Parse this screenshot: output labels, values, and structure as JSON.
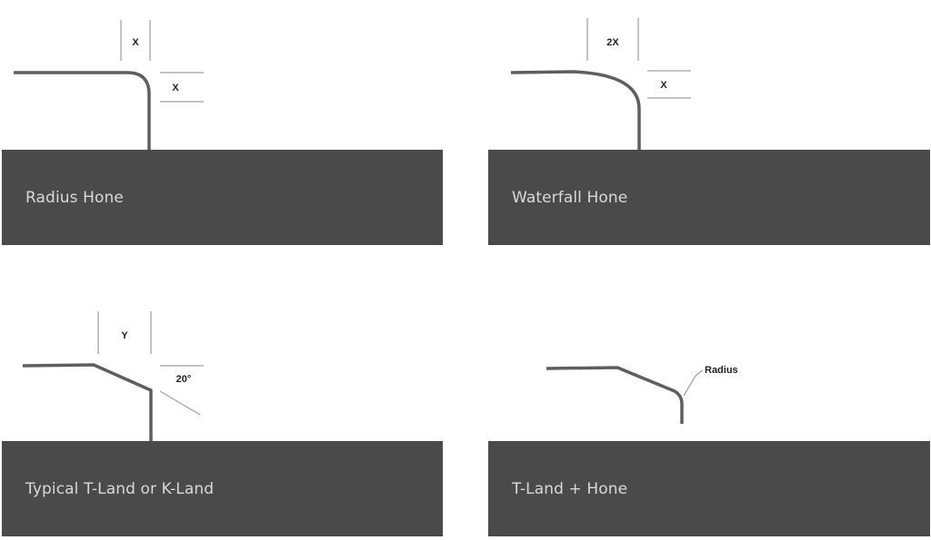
{
  "panels": [
    {
      "label": "Radius Hone"
    },
    {
      "label": "Waterfall Hone"
    },
    {
      "label": "Typical T-Land or K-Land"
    },
    {
      "label": "T-Land + Hone"
    }
  ],
  "dimensions": {
    "radius_hone": {
      "width": "X",
      "height": "X"
    },
    "waterfall_hone": {
      "width": "2X",
      "height": "X"
    },
    "t_land": {
      "width": "Y",
      "angle": "20°"
    },
    "t_land_hone": {
      "callout": "Radius"
    }
  },
  "colors": {
    "panel_bg": "#4a4a4a",
    "panel_text": "#d9d9d9",
    "edge_line": "#5e5e5e",
    "dimension_line": "#8a8a8a"
  }
}
